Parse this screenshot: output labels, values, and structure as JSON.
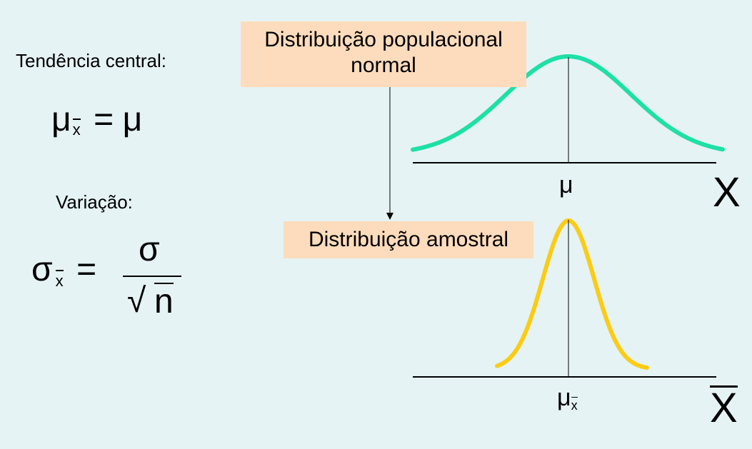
{
  "left": {
    "central_label": "Tendência central:",
    "mean_formula": {
      "lhs_symbol": "μ",
      "lhs_subscript": "x",
      "equals": "=",
      "rhs": "μ"
    },
    "variation_label": "Variação:",
    "sd_formula": {
      "lhs_symbol": "σ",
      "lhs_subscript": "x",
      "equals": "=",
      "numerator": "σ",
      "radical": "√",
      "radicand": "n"
    }
  },
  "diagram": {
    "population_box_line1": "Distribuição populacional",
    "population_box_line2": "normal",
    "sample_box": "Distribuição amostral",
    "top_mean_label": "μ",
    "top_axis_letter": "X",
    "bottom_mean_symbol": "μ",
    "bottom_mean_subscript": "x",
    "bottom_axis_letter": "X",
    "colors": {
      "background": "#e6f3f4",
      "label_box": "#fcdcbc",
      "population_curve": "#1de0a6",
      "sample_curve": "#fccc14"
    }
  }
}
